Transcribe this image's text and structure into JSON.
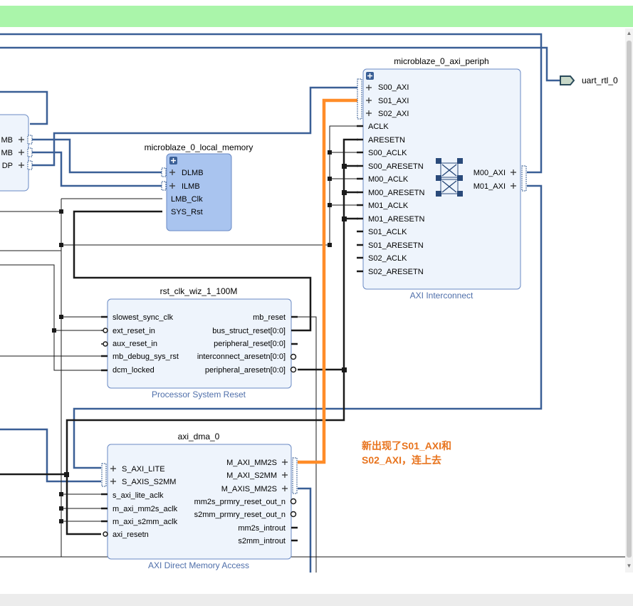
{
  "blocks": {
    "local_memory": {
      "title": "microblaze_0_local_memory",
      "pins": [
        "DLMB",
        "ILMB",
        "LMB_Clk",
        "SYS_Rst"
      ]
    },
    "axi_periph": {
      "title": "microblaze_0_axi_periph",
      "subtitle": "AXI Interconnect",
      "left_pins": [
        "S00_AXI",
        "S01_AXI",
        "S02_AXI",
        "ACLK",
        "ARESETN",
        "S00_ACLK",
        "S00_ARESETN",
        "M00_ACLK",
        "M00_ARESETN",
        "M01_ACLK",
        "M01_ARESETN",
        "S01_ACLK",
        "S01_ARESETN",
        "S02_ACLK",
        "S02_ARESETN"
      ],
      "right_pins": [
        "M00_AXI",
        "M01_AXI"
      ]
    },
    "rst": {
      "title": "rst_clk_wiz_1_100M",
      "subtitle": "Processor System Reset",
      "left_pins": [
        "slowest_sync_clk",
        "ext_reset_in",
        "aux_reset_in",
        "mb_debug_sys_rst",
        "dcm_locked"
      ],
      "right_pins": [
        "mb_reset",
        "bus_struct_reset[0:0]",
        "peripheral_reset[0:0]",
        "interconnect_aresetn[0:0]",
        "peripheral_aresetn[0:0]"
      ]
    },
    "dma": {
      "title": "axi_dma_0",
      "subtitle": "AXI Direct Memory Access",
      "left_pins": [
        "S_AXI_LITE",
        "S_AXIS_S2MM",
        "s_axi_lite_aclk",
        "m_axi_mm2s_aclk",
        "m_axi_s2mm_aclk",
        "axi_resetn"
      ],
      "right_pins": [
        "M_AXI_MM2S",
        "M_AXI_S2MM",
        "M_AXIS_MM2S",
        "mm2s_prmry_reset_out_n",
        "s2mm_prmry_reset_out_n",
        "mm2s_introut",
        "s2mm_introut"
      ]
    },
    "mb_partial": {
      "pins": [
        "MB",
        "MB",
        "DP"
      ]
    }
  },
  "port": {
    "label": "uart_rtl_0"
  },
  "annotation": {
    "line1": "新出现了S01_AXI和",
    "line2": "S02_AXI，连上去"
  },
  "colors": {
    "bus": "#3a5f96",
    "wire": "#1a1a1a",
    "highlight": "#ff8c28",
    "block_fill": "#eef4fc",
    "block_border": "#6a8ac4",
    "selected_fill": "#a9c4ef",
    "subtitle": "#4f6faa",
    "annotation": "#e8741e"
  }
}
